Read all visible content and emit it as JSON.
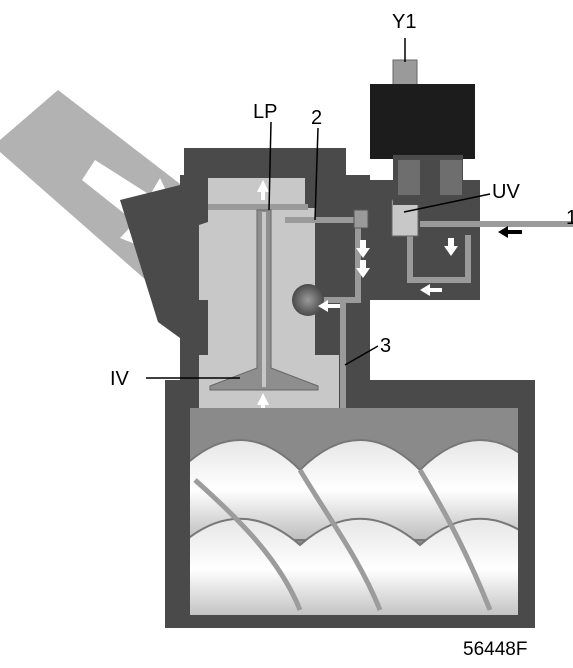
{
  "labels": {
    "solenoid": "Y1",
    "pressure_chamber": "LP",
    "line_2": "2",
    "unloader_valve": "UV",
    "line_1": "1",
    "line_3": "3",
    "inlet_valve": "IV"
  },
  "figure_id": "56448F",
  "colors": {
    "housing": "#4a4a4a",
    "chamber": "#c8c8c8",
    "air_stream": "#b2b2b2",
    "rotor": "#d9d9d9",
    "solenoid": "#1c1c1c",
    "arrow": "#ffffff"
  }
}
